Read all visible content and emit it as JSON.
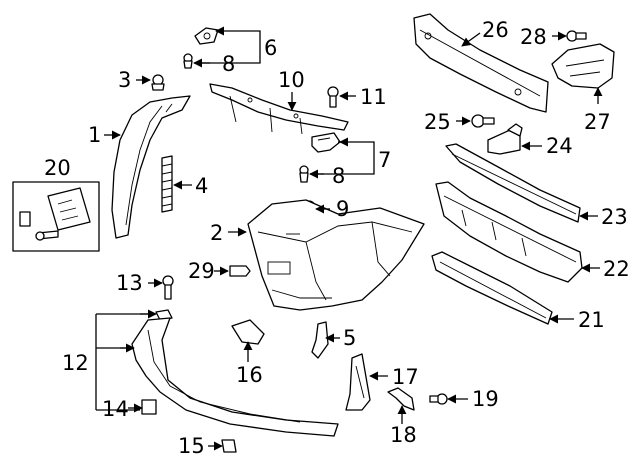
{
  "callouts": {
    "c1": "1",
    "c2": "2",
    "c3": "3",
    "c4": "4",
    "c5": "5",
    "c6": "6",
    "c7": "7",
    "c8a": "8",
    "c8b": "8",
    "c9": "9",
    "c10": "10",
    "c11": "11",
    "c12": "12",
    "c13": "13",
    "c14": "14",
    "c15": "15",
    "c16": "16",
    "c17": "17",
    "c18": "18",
    "c19": "19",
    "c20": "20",
    "c21": "21",
    "c22": "22",
    "c23": "23",
    "c24": "24",
    "c25": "25",
    "c26": "26",
    "c27": "27",
    "c28": "28",
    "c29": "29"
  },
  "style": {
    "line_color": "#000000",
    "background": "#ffffff"
  }
}
